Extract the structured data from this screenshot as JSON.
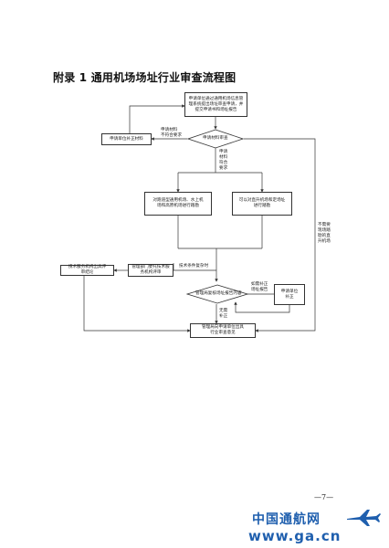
{
  "title": "附录 1  通用机场场址行业审查流程图",
  "boxes": {
    "start": "申请单位通过通用机场信息管\n理系统提出场址审查申请，并\n提交申请书和场址报告",
    "correct": "申请单位补正材料",
    "cat1": "对跑道型通用机场、水上机\n场和高原机场进行踏勘",
    "cat2": "可以对直升机场和定场址\n进行踏勘",
    "tech_review": "技术服务机构出具评\n审结论",
    "org_review": "管理部门委托技术服\n务机构评审",
    "applicant_fix": "申请单位\n补正",
    "final": "管理局向申请单位出具\n行业审查意见"
  },
  "diamonds": {
    "check": "申请材料审查",
    "report": "管理局复核场址报告内容"
  },
  "labels": {
    "not_meet": "申请材料\n不符合要求",
    "meets": "申请\n材料\n符合\n要求",
    "not_need_review": "不需要\n现场踏\n勘的直\n升机场",
    "tech_conditions": "技术条件复杂时",
    "need_fix": "如需补正\n场址报告",
    "no_fix": "无需\n补正"
  },
  "page_number": "—7—",
  "watermark": {
    "name": "中国通航网",
    "url": "www.ga.cn"
  },
  "colors": {
    "watermark": "#1f5fae"
  }
}
